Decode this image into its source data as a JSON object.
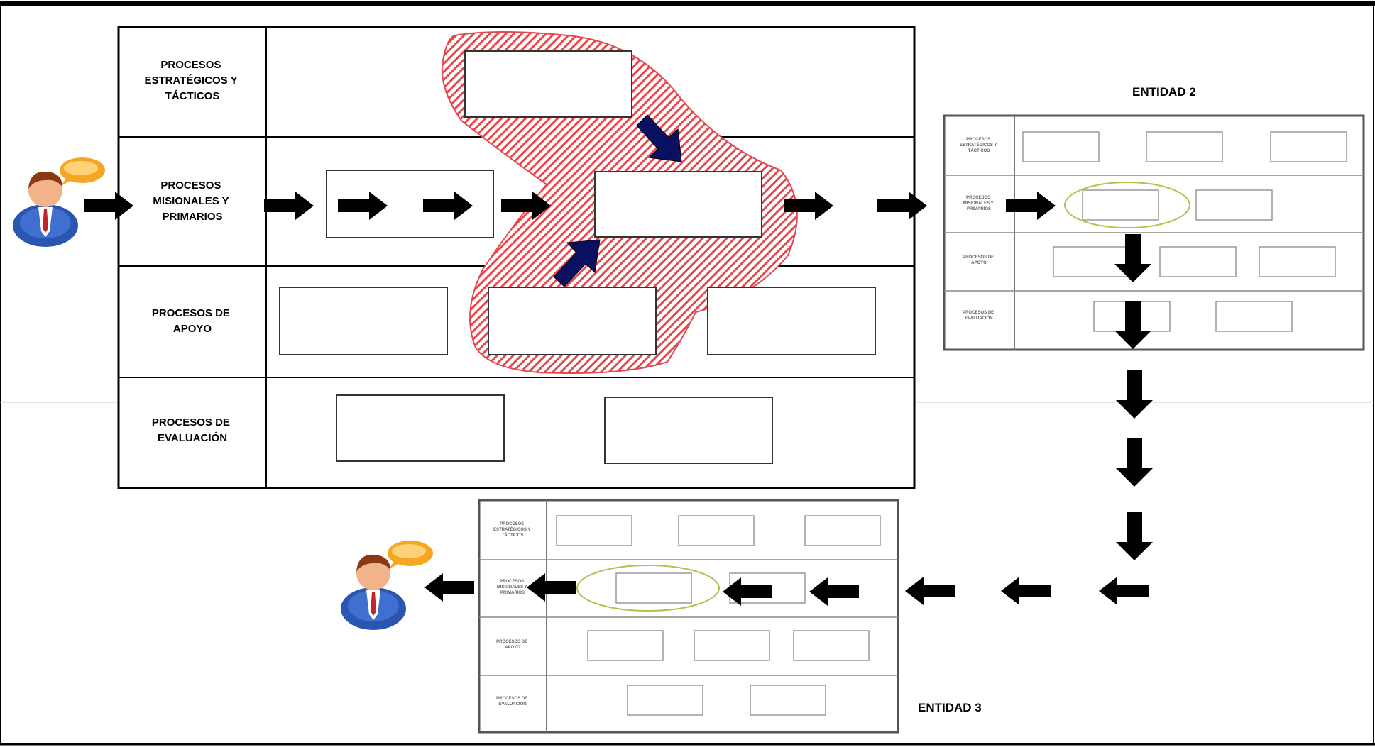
{
  "diagram": {
    "entity1": {
      "rows": [
        {
          "label_lines": [
            "PROCESOS",
            "ESTRATÉGICOS Y",
            "TÁCTICOS"
          ]
        },
        {
          "label_lines": [
            "PROCESOS",
            "MISIONALES Y",
            "PRIMARIOS"
          ]
        },
        {
          "label_lines": [
            "PROCESOS DE",
            "APOYO"
          ]
        },
        {
          "label_lines": [
            "PROCESOS DE",
            "EVALUACIÓN"
          ]
        }
      ]
    },
    "entity2": {
      "title": "ENTIDAD 2",
      "rows": [
        {
          "label_lines": [
            "PROCESOS",
            "ESTRATÉGICOS Y",
            "TÁCTICOS"
          ]
        },
        {
          "label_lines": [
            "PROCESOS",
            "MISIONALES Y",
            "PRIMARIOS"
          ]
        },
        {
          "label_lines": [
            "PROCESOS DE",
            "APOYO"
          ]
        },
        {
          "label_lines": [
            "PROCESOS DE",
            "EVALUACIÓN"
          ]
        }
      ]
    },
    "entity3": {
      "title": "ENTIDAD 3",
      "rows": [
        {
          "label_lines": [
            "PROCESOS",
            "ESTRATÉGICOS Y",
            "TÁCTICOS"
          ]
        },
        {
          "label_lines": [
            "PROCESOS",
            "MISIONALES Y",
            "PRIMARIOS"
          ]
        },
        {
          "label_lines": [
            "PROCESOS DE",
            "APOYO"
          ]
        },
        {
          "label_lines": [
            "PROCESOS DE",
            "EVALUACIÓN"
          ]
        }
      ]
    },
    "colors": {
      "highlight_stripe": "#e8484d",
      "blue_arrow": "#0a1060",
      "green_ellipse": "#a6c94a",
      "person_suit": "#2a55b0",
      "speech_bubble": "#f5a623"
    }
  }
}
